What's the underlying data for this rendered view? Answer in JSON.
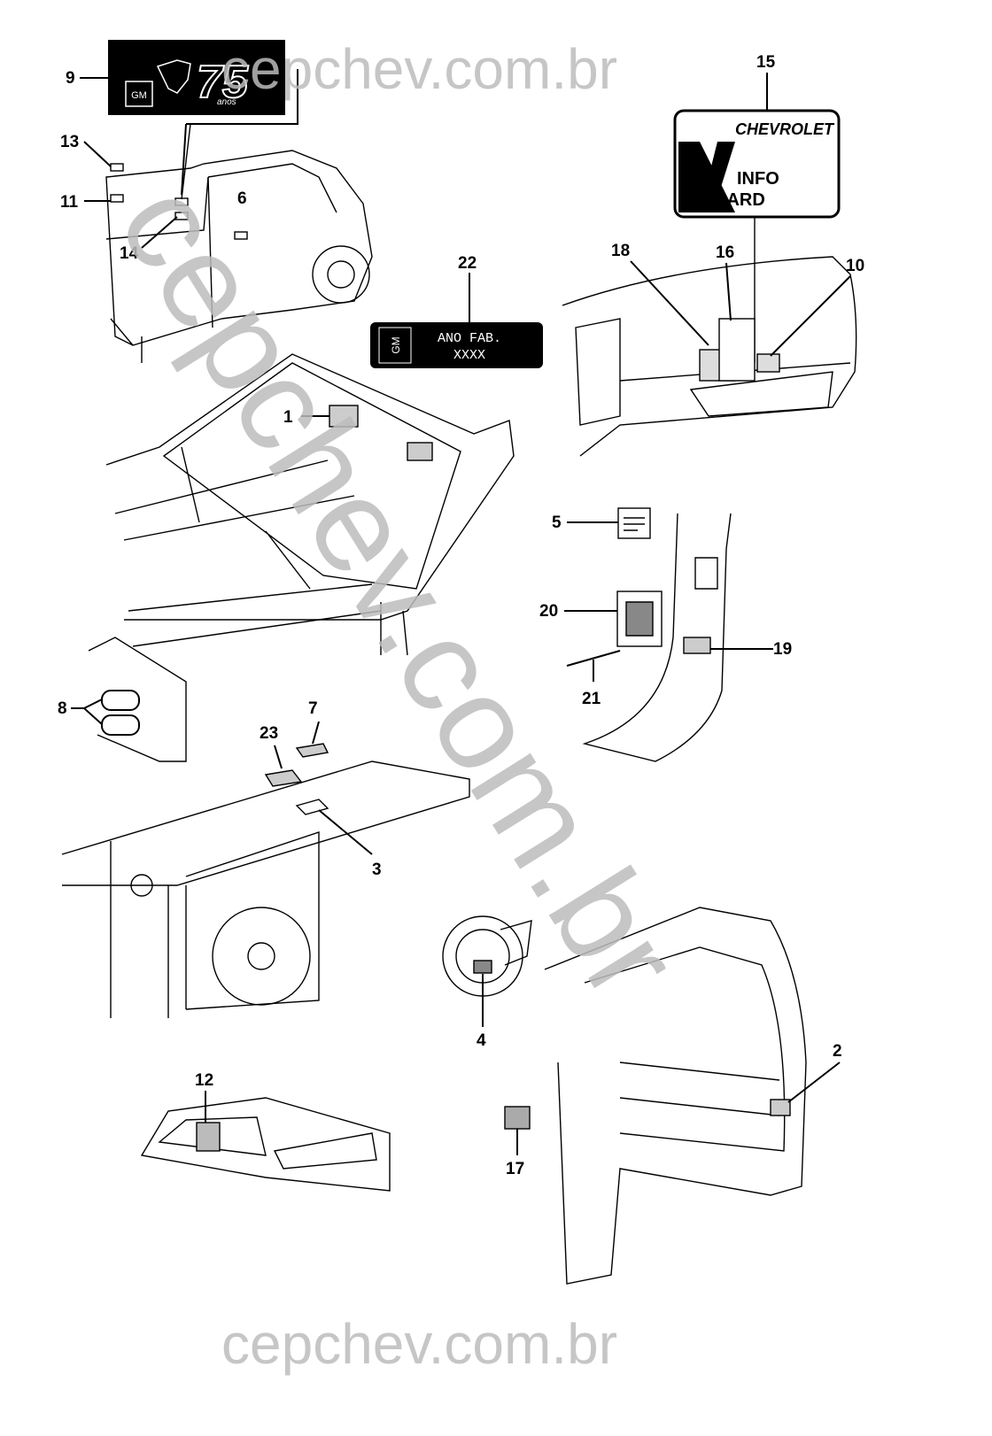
{
  "watermark": {
    "text": "cepchev.com.br",
    "color": "#bdbdbd"
  },
  "badges": {
    "anniversary": {
      "brand": "GM",
      "number": "75",
      "suffix": "anos"
    },
    "info_card": {
      "brand": "CHEVROLET",
      "line1": "INFO",
      "line2": "CARD"
    },
    "year_plate": {
      "brand": "GM",
      "line1": "ANO FAB.",
      "line2": "XXXX"
    }
  },
  "callouts": [
    "1",
    "2",
    "3",
    "4",
    "5",
    "6",
    "7",
    "8",
    "9",
    "10",
    "11",
    "12",
    "13",
    "14",
    "15",
    "16",
    "17",
    "18",
    "19",
    "20",
    "21",
    "22",
    "23"
  ]
}
